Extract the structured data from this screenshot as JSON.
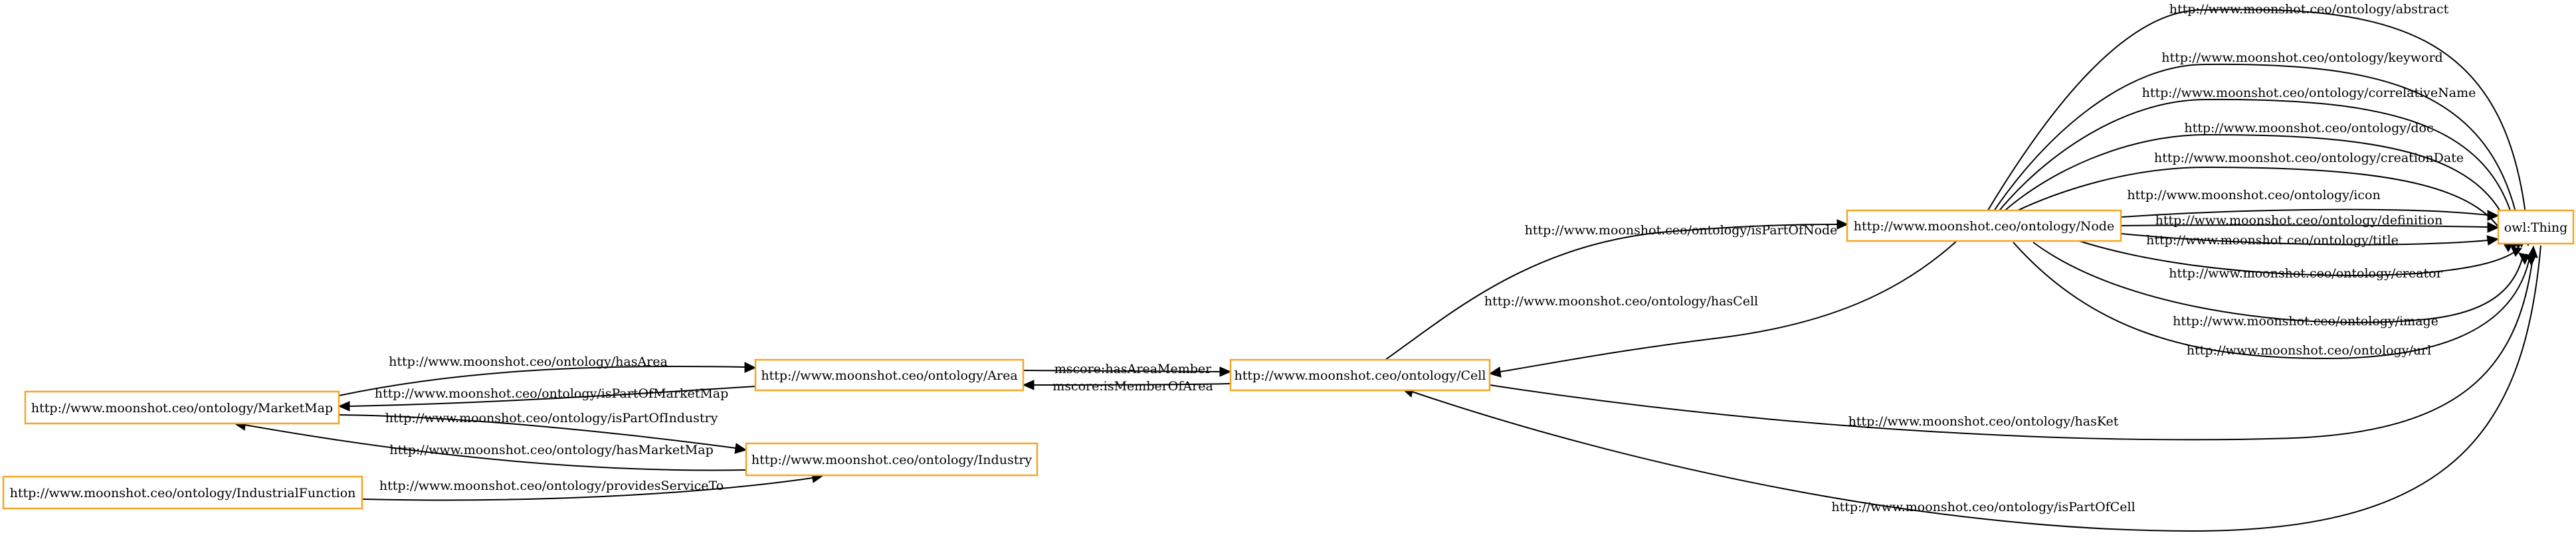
{
  "nodes": {
    "marketmap": "http://www.moonshot.ceo/ontology/MarketMap",
    "area": "http://www.moonshot.ceo/ontology/Area",
    "cell": "http://www.moonshot.ceo/ontology/Cell",
    "node": "http://www.moonshot.ceo/ontology/Node",
    "thing": "owl:Thing",
    "industry": "http://www.moonshot.ceo/ontology/Industry",
    "industrialfunction": "http://www.moonshot.ceo/ontology/IndustrialFunction"
  },
  "edges": {
    "abstract": "http://www.moonshot.ceo/ontology/abstract",
    "keyword": "http://www.moonshot.ceo/ontology/keyword",
    "correlativeName": "http://www.moonshot.ceo/ontology/correlativeName",
    "doc": "http://www.moonshot.ceo/ontology/doc",
    "creationDate": "http://www.moonshot.ceo/ontology/creationDate",
    "icon": "http://www.moonshot.ceo/ontology/icon",
    "definition": "http://www.moonshot.ceo/ontology/definition",
    "title": "http://www.moonshot.ceo/ontology/title",
    "creator": "http://www.moonshot.ceo/ontology/creator",
    "image": "http://www.moonshot.ceo/ontology/image",
    "url": "http://www.moonshot.ceo/ontology/url",
    "isPartOfNode": "http://www.moonshot.ceo/ontology/isPartOfNode",
    "hasCell": "http://www.moonshot.ceo/ontology/hasCell",
    "hasKet": "http://www.moonshot.ceo/ontology/hasKet",
    "isPartOfCell": "http://www.moonshot.ceo/ontology/isPartOfCell",
    "hasAreaMember": "mscore:hasAreaMember",
    "isMemberOfArea": "mscore:isMemberOfArea",
    "hasArea": "http://www.moonshot.ceo/ontology/hasArea",
    "isPartOfMarketMap": "http://www.moonshot.ceo/ontology/isPartOfMarketMap",
    "isPartOfIndustry": "http://www.moonshot.ceo/ontology/isPartOfIndustry",
    "hasMarketMap": "http://www.moonshot.ceo/ontology/hasMarketMap",
    "providesServiceTo": "http://www.moonshot.ceo/ontology/providesServiceTo"
  }
}
